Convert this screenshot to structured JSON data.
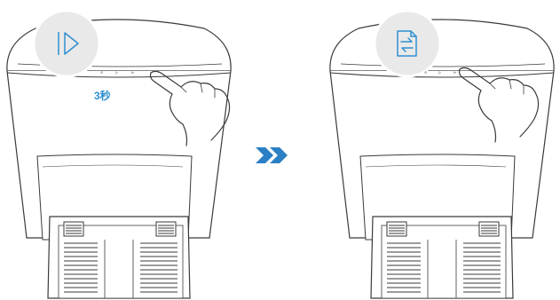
{
  "steps": [
    {
      "name": "press-and-hold",
      "button_icon": "play-pause-icon",
      "hold_duration_label": "3秒",
      "panel_markings": [
        "⊙",
        "▷",
        "⊳"
      ]
    },
    {
      "name": "result",
      "button_icon": "switch-icon",
      "panel_markings": [
        "⊙",
        "▷",
        "⊳"
      ]
    }
  ],
  "transition_icon": "double-chevron-right-icon",
  "colors": {
    "line": "#3a3a3a",
    "accent": "#2f8fcf",
    "circle_fill": "#e9e9e9",
    "circle_ring": "#ffffff",
    "arrow": "#2b7fc4"
  }
}
